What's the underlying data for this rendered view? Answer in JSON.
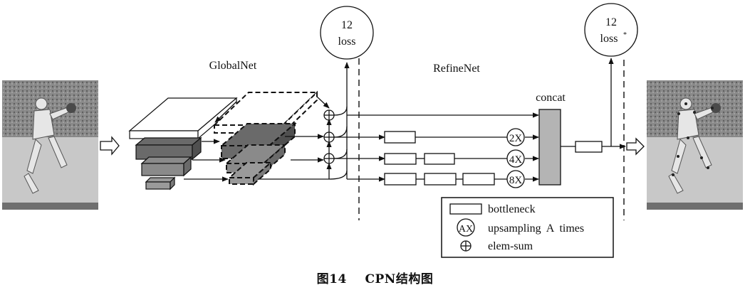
{
  "labels": {
    "globalnet": "GlobalNet",
    "refinenet": "RefineNet",
    "concat": "concat",
    "loss_left_count": "12",
    "loss_left_text": "loss",
    "loss_right_count": "12",
    "loss_right_text": "loss",
    "loss_right_sup": "*",
    "up2": "2X",
    "up4": "4X",
    "up8": "8X"
  },
  "legend": {
    "bottleneck": "bottleneck",
    "ax_symbol": "AX",
    "upsampling": "upsampling  A  times",
    "elemsum": "elem-sum"
  },
  "caption": "图14    CPN结构图"
}
